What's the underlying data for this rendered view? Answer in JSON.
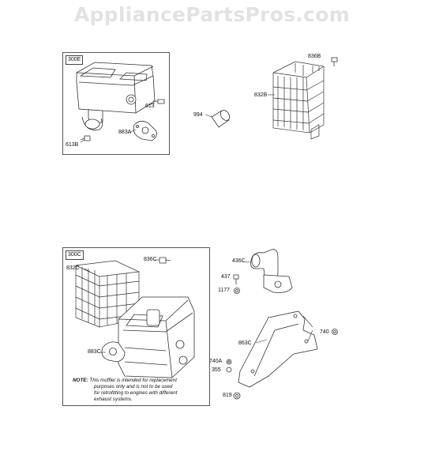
{
  "watermark": "AppliancePartsPros.com",
  "panel_top": {
    "tag": "300E",
    "labels": {
      "p613": "613",
      "p883A": "883A",
      "p613B": "613B"
    }
  },
  "top_right": {
    "labels": {
      "p994": "994",
      "p836B": "836B",
      "p832B": "832B"
    }
  },
  "panel_bottom": {
    "tag": "300C",
    "labels": {
      "p836C": "836C",
      "p832C": "832C",
      "p883C": "883C"
    },
    "note_prefix": "NOTE:",
    "note_line1": "This muffler is intended for replacement",
    "note_line2": "purposes only and is not to be used",
    "note_line3": "for retrofitting to engines with different",
    "note_line4": "exhaust systems."
  },
  "bottom_right": {
    "labels": {
      "p436C": "436C",
      "p437": "437",
      "p1177": "1177",
      "p740": "740",
      "p863C": "863C",
      "p740A": "740A",
      "p355": "355",
      "p819": "819"
    }
  }
}
